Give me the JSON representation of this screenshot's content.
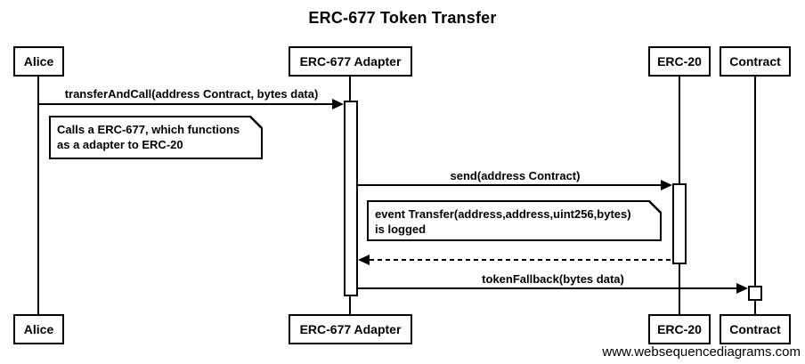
{
  "title": "ERC-677 Token Transfer",
  "watermark": "www.websequencediagrams.com",
  "colors": {
    "line": "#000000",
    "background": "#ffffff",
    "box_fill": "#ffffff"
  },
  "participants": [
    {
      "label": "Alice"
    },
    {
      "label": "ERC-677 Adapter"
    },
    {
      "label": "ERC-20"
    },
    {
      "label": "Contract"
    }
  ],
  "messages": [
    {
      "label": "transferAndCall(address Contract, bytes data)",
      "from": "Alice",
      "to": "ERC-677 Adapter",
      "line": "solid",
      "direction": "right"
    },
    {
      "label": "send(address Contract)",
      "from": "ERC-677 Adapter",
      "to": "ERC-20",
      "line": "solid",
      "direction": "right"
    },
    {
      "label": "",
      "from": "ERC-20",
      "to": "ERC-677 Adapter",
      "line": "dashed",
      "direction": "left"
    },
    {
      "label": "tokenFallback(bytes data)",
      "from": "ERC-677 Adapter",
      "to": "Contract",
      "line": "solid",
      "direction": "right"
    }
  ],
  "notes": [
    {
      "line1": "Calls a ERC-677, which functions",
      "line2": "as a adapter to ERC-20"
    },
    {
      "line1": "event Transfer(address,address,uint256,bytes)",
      "line2": "is logged"
    }
  ]
}
